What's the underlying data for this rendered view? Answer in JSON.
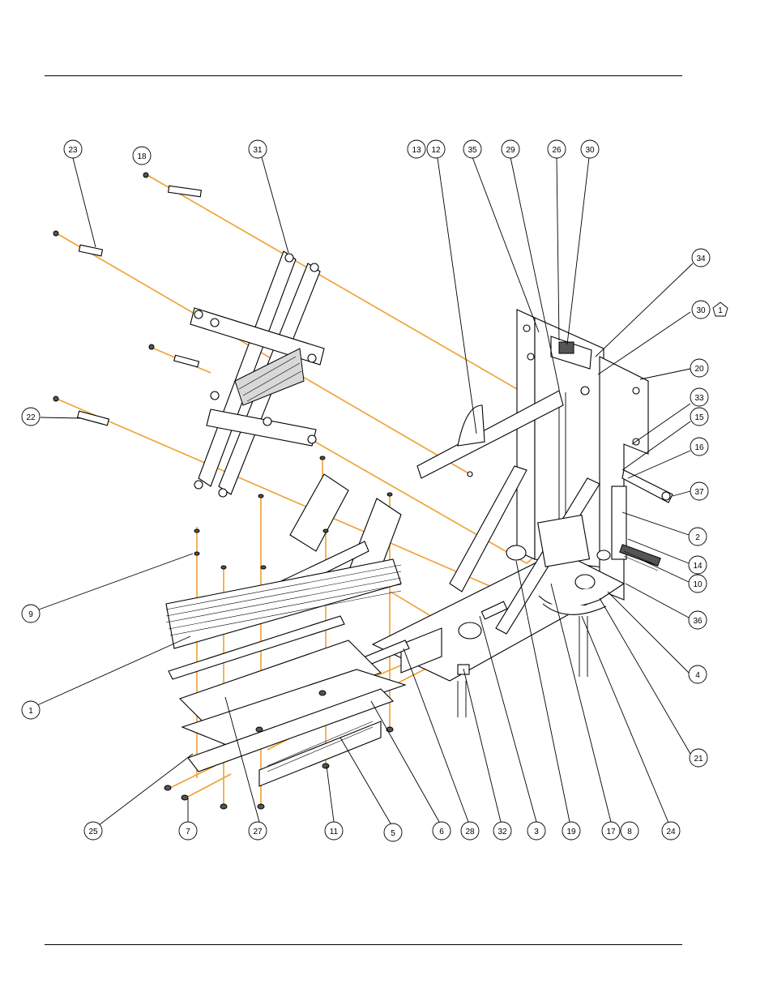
{
  "callouts": [
    {
      "id": "c23",
      "label": "23"
    },
    {
      "id": "c18",
      "label": "18"
    },
    {
      "id": "c31",
      "label": "31"
    },
    {
      "id": "c13",
      "label": "13"
    },
    {
      "id": "c12",
      "label": "12"
    },
    {
      "id": "c35",
      "label": "35"
    },
    {
      "id": "c29",
      "label": "29"
    },
    {
      "id": "c26",
      "label": "26"
    },
    {
      "id": "c30a",
      "label": "30"
    },
    {
      "id": "c34",
      "label": "34"
    },
    {
      "id": "c30b",
      "label": "30"
    },
    {
      "id": "c1p",
      "label": "1"
    },
    {
      "id": "c20",
      "label": "20"
    },
    {
      "id": "c33",
      "label": "33"
    },
    {
      "id": "c15",
      "label": "15"
    },
    {
      "id": "c16",
      "label": "16"
    },
    {
      "id": "c37",
      "label": "37"
    },
    {
      "id": "c2",
      "label": "2"
    },
    {
      "id": "c14",
      "label": "14"
    },
    {
      "id": "c10",
      "label": "10"
    },
    {
      "id": "c36",
      "label": "36"
    },
    {
      "id": "c4",
      "label": "4"
    },
    {
      "id": "c21",
      "label": "21"
    },
    {
      "id": "c24",
      "label": "24"
    },
    {
      "id": "c22",
      "label": "22"
    },
    {
      "id": "c9",
      "label": "9"
    },
    {
      "id": "c1",
      "label": "1"
    },
    {
      "id": "c25",
      "label": "25"
    },
    {
      "id": "c7",
      "label": "7"
    },
    {
      "id": "c27",
      "label": "27"
    },
    {
      "id": "c11",
      "label": "11"
    },
    {
      "id": "c5",
      "label": "5"
    },
    {
      "id": "c6",
      "label": "6"
    },
    {
      "id": "c28",
      "label": "28"
    },
    {
      "id": "c32",
      "label": "32"
    },
    {
      "id": "c3",
      "label": "3"
    },
    {
      "id": "c19",
      "label": "19"
    },
    {
      "id": "c17",
      "label": "17"
    },
    {
      "id": "c8",
      "label": "8"
    }
  ],
  "colors": {
    "explode_line": "#f0a030",
    "ink": "#000000"
  }
}
